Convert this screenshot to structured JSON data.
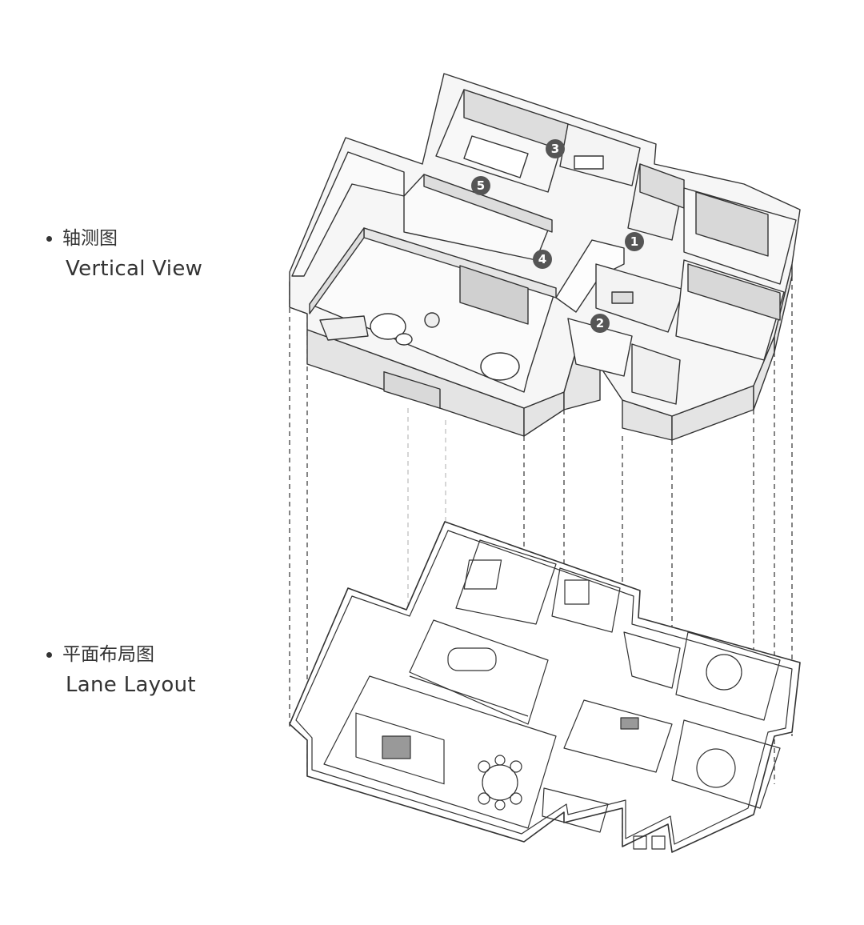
{
  "labels": {
    "axonometric": {
      "cn": "轴测图",
      "en": "Vertical View"
    },
    "plan": {
      "cn": "平面布局图",
      "en": "Lane Layout"
    }
  },
  "markers": [
    "1",
    "2",
    "3",
    "4",
    "5"
  ],
  "colors": {
    "line": "#333333",
    "wall_top": "#f4f4f4",
    "wall_side": "#e2e2e2",
    "floor": "#ffffff",
    "marker_bg": "#555555",
    "marker_text": "#ffffff",
    "dash_light": "#bbbbbb"
  }
}
